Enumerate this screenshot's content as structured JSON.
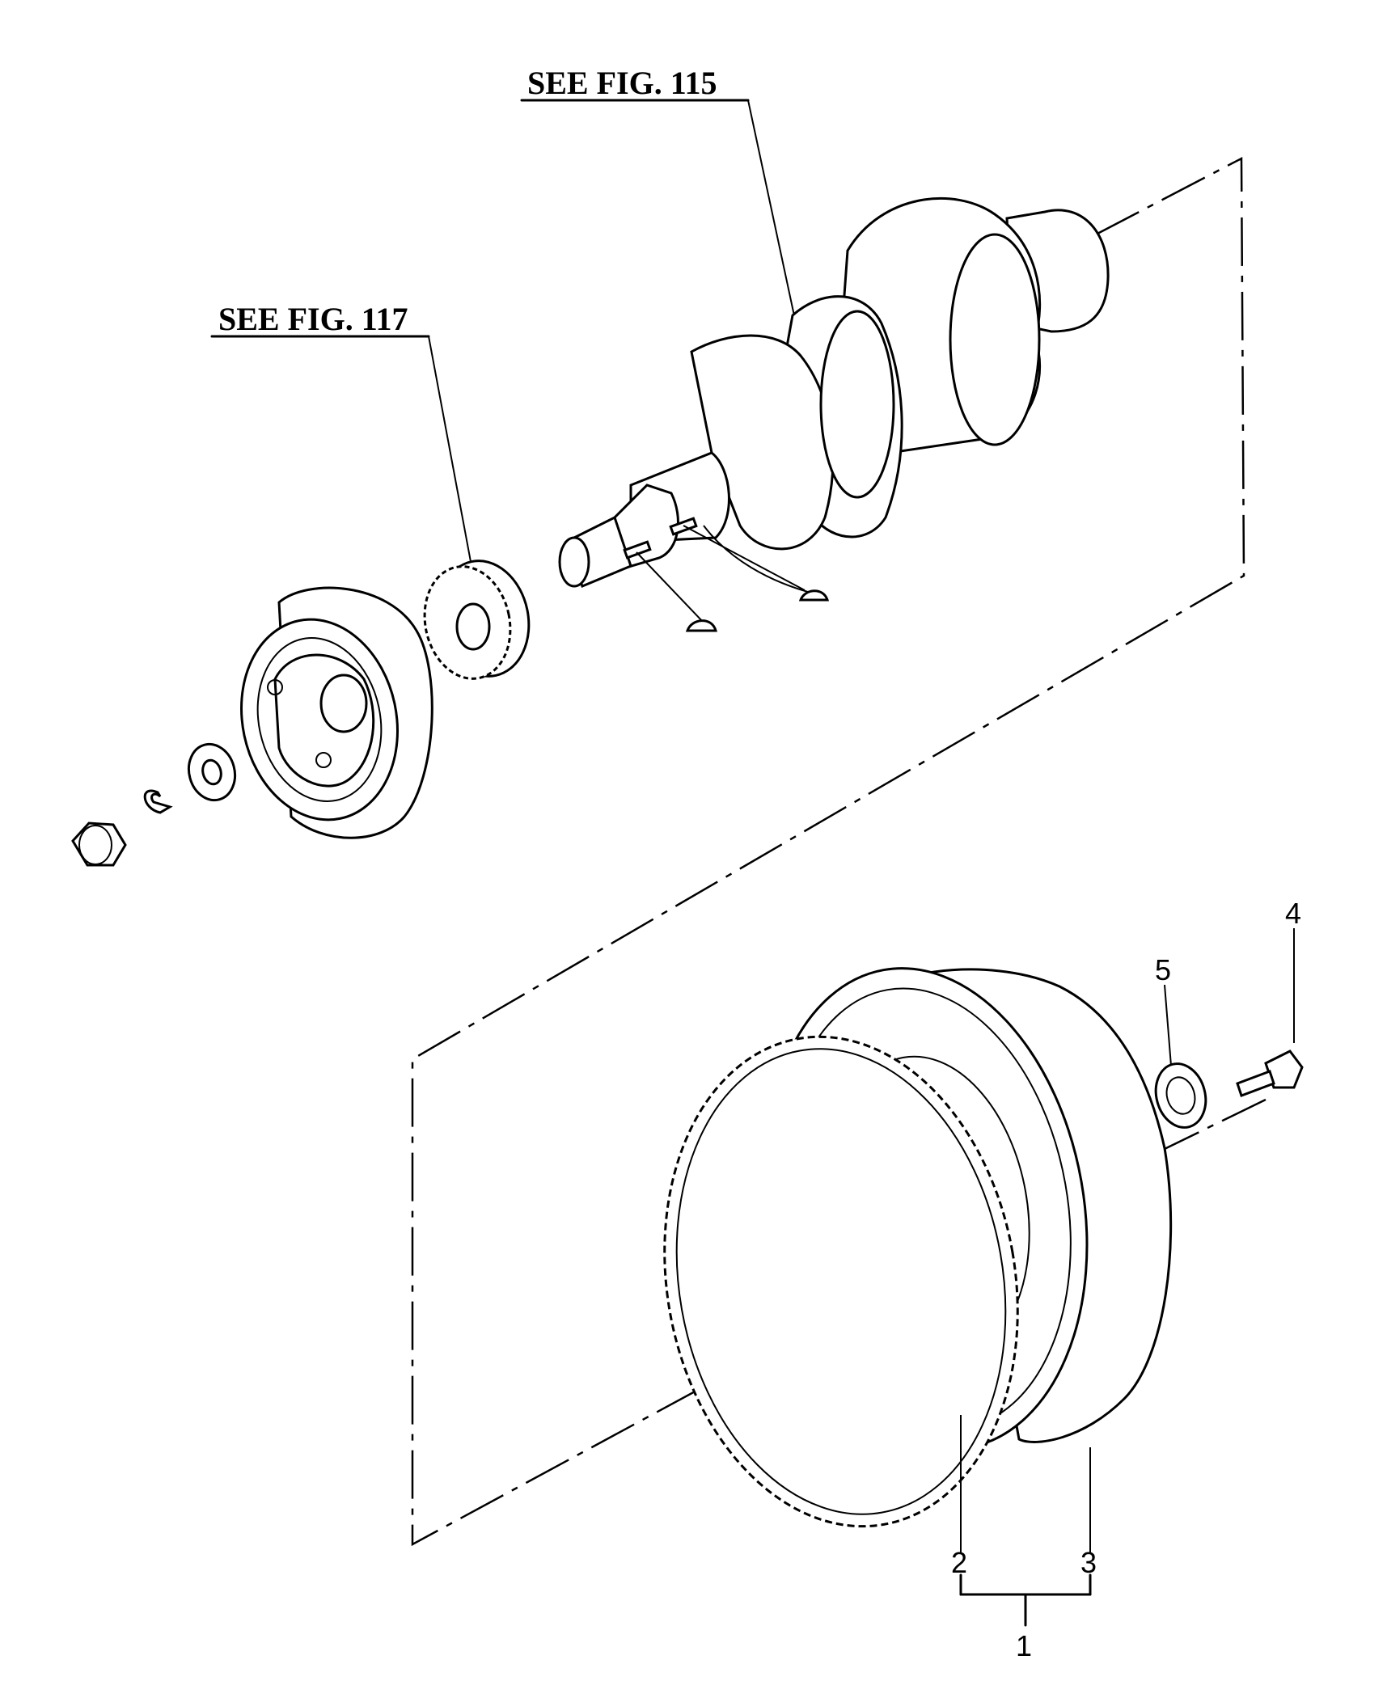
{
  "references": [
    {
      "id": "ref-fig-115",
      "text": "SEE FIG. 115"
    },
    {
      "id": "ref-fig-117",
      "text": "SEE FIG. 117"
    }
  ],
  "callouts": [
    {
      "id": "1",
      "text": "1"
    },
    {
      "id": "2",
      "text": "2"
    },
    {
      "id": "3",
      "text": "3"
    },
    {
      "id": "4",
      "text": "4"
    },
    {
      "id": "5",
      "text": "5"
    }
  ]
}
